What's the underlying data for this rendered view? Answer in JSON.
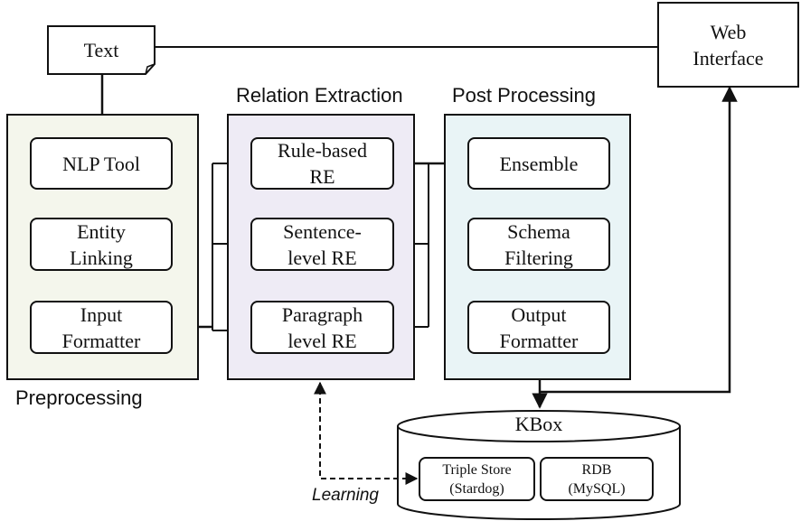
{
  "text_doc": "Text",
  "web_interface": "Web\nInterface",
  "sections": {
    "preprocessing": "Preprocessing",
    "relation_extraction": "Relation Extraction",
    "post_processing": "Post Processing"
  },
  "preprocessing_nodes": [
    "NLP Tool",
    "Entity\nLinking",
    "Input\nFormatter"
  ],
  "re_nodes": [
    "Rule-based\nRE",
    "Sentence-\nlevel RE",
    "Paragraph\nlevel RE"
  ],
  "post_nodes": [
    "Ensemble",
    "Schema\nFiltering",
    "Output\nFormatter"
  ],
  "kbox": {
    "title": "KBox",
    "stores": [
      "Triple Store\n(Stardog)",
      "RDB\n(MySQL)"
    ]
  },
  "learning_label": "Learning"
}
